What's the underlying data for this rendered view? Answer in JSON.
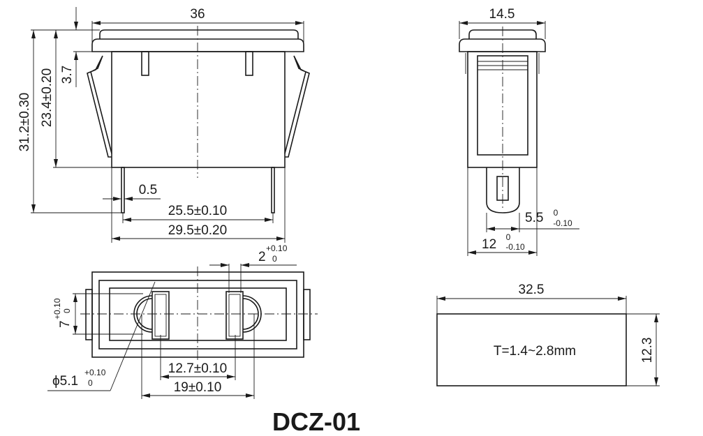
{
  "front_view": {
    "width": "36",
    "height_total": "31.2±0.30",
    "height_body": "23.4±0.20",
    "flange": "3.7",
    "pin_thickness": "0.5",
    "pin_spacing": "25.5±0.10",
    "body_width": "29.5±0.20"
  },
  "side_view": {
    "width": "14.5",
    "tab_main": "5.5",
    "tab_tol_top": "0",
    "tab_tol_bottom": "-0.10",
    "body_main": "12",
    "body_tol_top": "0",
    "body_tol_bottom": "-0.10"
  },
  "bottom_view": {
    "slot_main": "2",
    "slot_tol_top": "+0.10",
    "slot_tol_bottom": "0",
    "height_main": "7",
    "height_tol_top": "+0.10",
    "height_tol_bottom": "0",
    "hole_main": "ϕ5.1",
    "hole_tol_top": "+0.10",
    "hole_tol_bottom": "0",
    "slot_spacing": "12.7±0.10",
    "hole_spacing": "19±0.10"
  },
  "panel_cutout": {
    "width": "32.5",
    "height": "12.3",
    "thickness": "T=1.4~2.8mm"
  },
  "title": "DCZ-01"
}
